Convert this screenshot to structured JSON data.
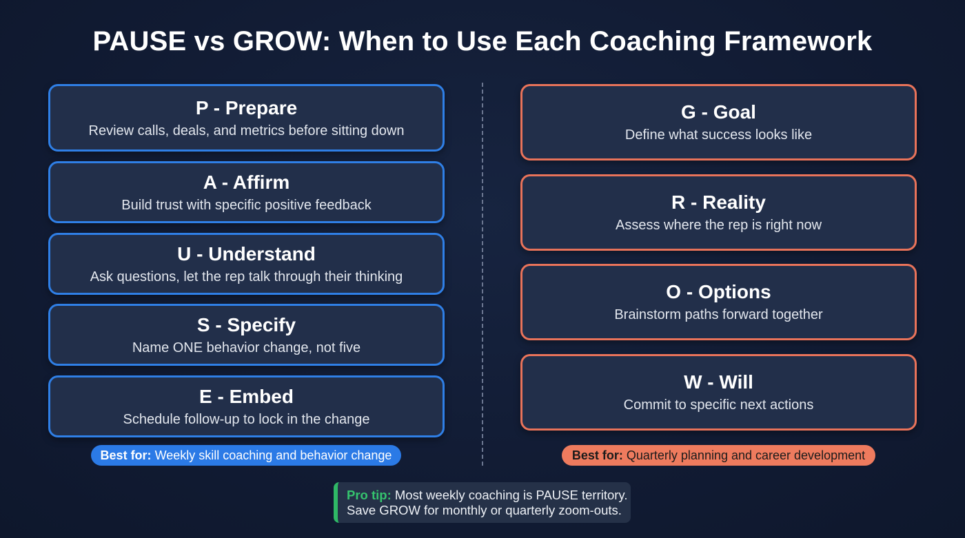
{
  "title": "PAUSE vs GROW: When to Use Each Coaching Framework",
  "pause": {
    "color": "#2f7fe6",
    "steps": [
      {
        "heading": "P - Prepare",
        "desc": "Review calls, deals, and metrics before sitting down"
      },
      {
        "heading": "A - Affirm",
        "desc": "Build trust with specific positive feedback"
      },
      {
        "heading": "U - Understand",
        "desc": "Ask questions, let the rep talk through their thinking"
      },
      {
        "heading": "S - Specify",
        "desc": "Name ONE behavior change, not five"
      },
      {
        "heading": "E - Embed",
        "desc": "Schedule follow-up to lock in the change"
      }
    ],
    "best_for_label": "Best for:",
    "best_for_text": "Weekly skill coaching and behavior change"
  },
  "grow": {
    "color": "#e9735a",
    "steps": [
      {
        "heading": "G - Goal",
        "desc": "Define what success looks like"
      },
      {
        "heading": "R - Reality",
        "desc": "Assess where the rep is right now"
      },
      {
        "heading": "O - Options",
        "desc": "Brainstorm paths forward together"
      },
      {
        "heading": "W - Will",
        "desc": "Commit to specific next actions"
      }
    ],
    "best_for_label": "Best for:",
    "best_for_text": "Quarterly planning and career development"
  },
  "tip": {
    "label": "Pro tip:",
    "line1": "Most weekly coaching is PAUSE territory.",
    "line2": "Save GROW for monthly or quarterly zoom-outs.",
    "accent": "#2fb866"
  }
}
